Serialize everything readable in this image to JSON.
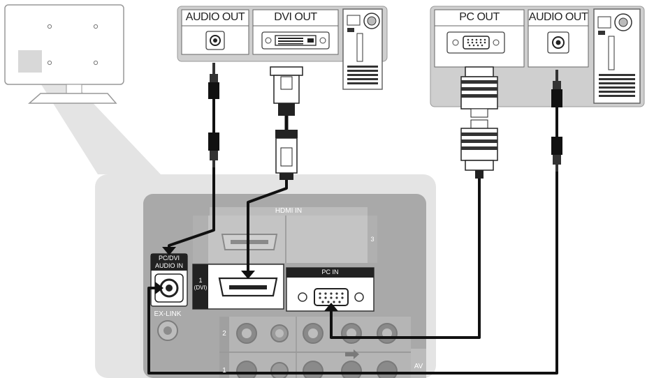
{
  "computer_left": {
    "audio_out_label": "AUDIO OUT",
    "dvi_out_label": "DVI OUT"
  },
  "computer_right": {
    "pc_out_label": "PC OUT",
    "audio_out_label": "AUDIO OUT"
  },
  "tv_panel": {
    "hdmi_in_label": "HDMI IN",
    "hdmi_port_3_label": "3",
    "hdmi_port_1_label": "1",
    "hdmi_port_1_sub_label": "(DVI)",
    "pc_dvi_audio_in_label_line1": "PC/DVI",
    "pc_dvi_audio_in_label_line2": "AUDIO IN",
    "pc_in_label": "PC IN",
    "ex_link_label": "EX-LINK",
    "av_label": "AV",
    "row_2_label": "2",
    "row_1_label": "1"
  },
  "colors": {
    "panel_gray": "#c9c9c9",
    "panel_dark": "#a9a9a9",
    "cable": "#111111",
    "zoom_gray": "#e2e2e2"
  }
}
